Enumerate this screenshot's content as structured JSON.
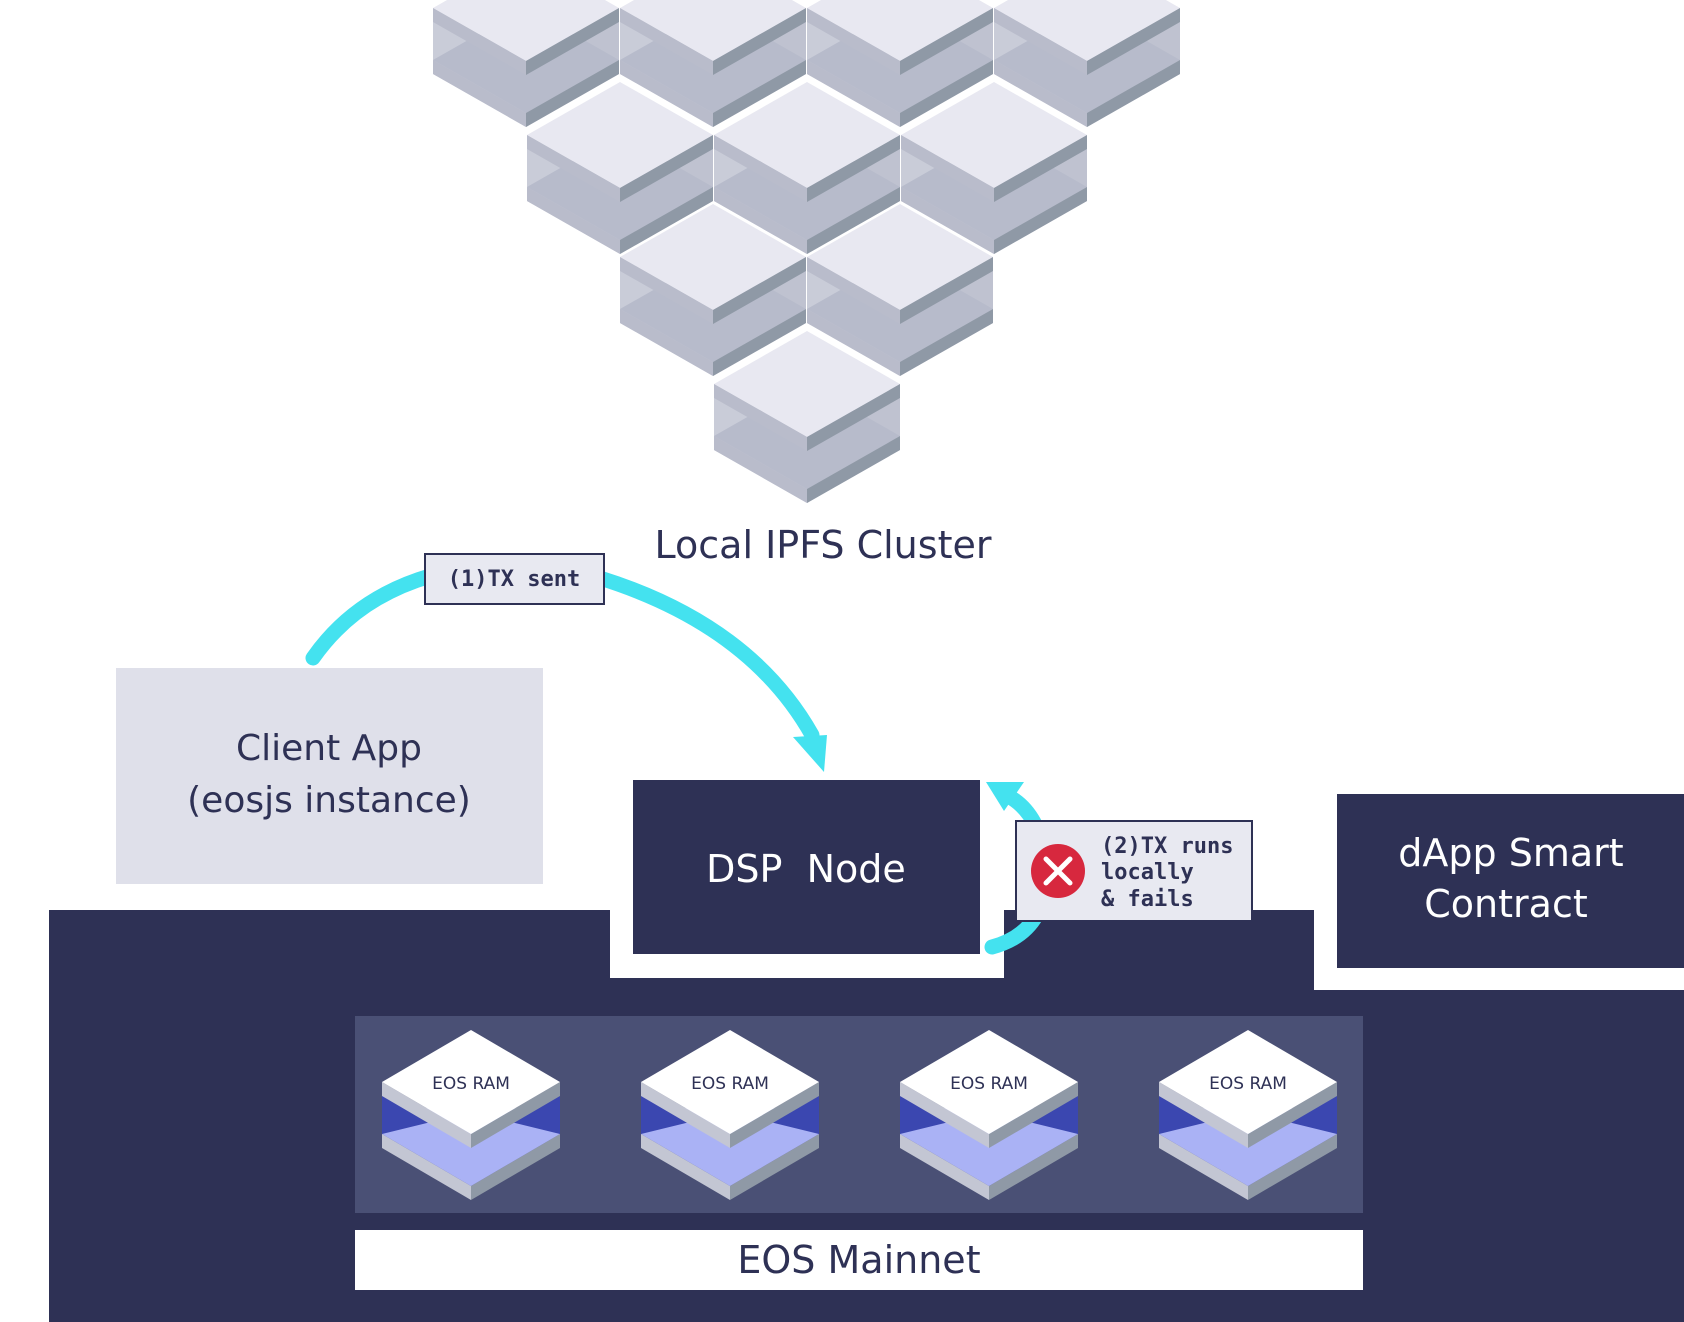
{
  "ipfs_cluster": {
    "label": "Local IPFS Cluster",
    "cube_count": 10
  },
  "client_app": {
    "line1": "Client App",
    "line2": "(eosjs instance)"
  },
  "dsp_node": {
    "label": "DSP  Node"
  },
  "smart_contract": {
    "line1": "dApp Smart",
    "line2": "Contract"
  },
  "step1": {
    "label": "(1)TX sent"
  },
  "step2": {
    "line1": "(2)TX runs",
    "line2": "locally",
    "line3": "& fails",
    "status_icon": "error-x-icon"
  },
  "eos_ram": {
    "label": "EOS RAM",
    "count": 4
  },
  "mainnet": {
    "label": "EOS Mainnet"
  },
  "colors": {
    "navy": "#2e3155",
    "navy_panel": "#4a5075",
    "light_box": "#dfe0ea",
    "arrow": "#44e2ef",
    "error": "#d7283e",
    "cube_top": "#e8e8f1",
    "cube_side": "#b9bccb",
    "cube_edge": "#8f99a6",
    "ram_fill": "#aab2f5",
    "ram_side": "#3b47b0"
  }
}
